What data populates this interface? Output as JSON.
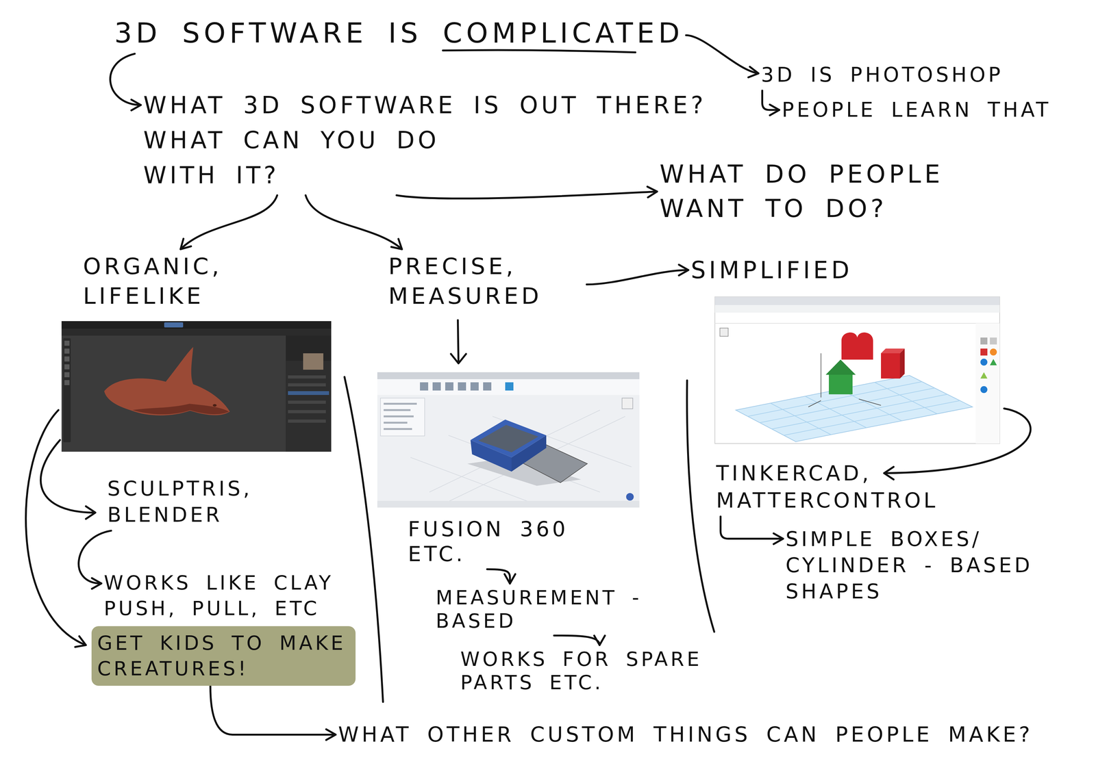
{
  "diagram": {
    "nodes": [
      {
        "text": [
          "3D SOFTWARE IS COMPLICATED"
        ]
      },
      {
        "text": [
          "3D IS PHOTOSHOP"
        ]
      },
      {
        "text": [
          "PEOPLE LEARN THAT"
        ]
      },
      {
        "text": [
          "WHAT 3D SOFTWARE IS OUT THERE?",
          "WHAT CAN YOU DO WITH IT?"
        ]
      },
      {
        "text": [
          "WHAT DO PEOPLE WANT TO DO?"
        ]
      },
      {
        "text": [
          "ORGANIC, LIFELIKE"
        ]
      },
      {
        "text": [
          "PRECISE, MEASURED"
        ]
      },
      {
        "text": [
          "SIMPLIFIED"
        ]
      },
      {
        "text": [
          "SCULPTRIS, BLENDER"
        ]
      },
      {
        "text": [
          "WORKS LIKE CLAY PUSH, PULL, ETC"
        ]
      },
      {
        "text": [
          "GET KIDS TO MAKE CREATURES!"
        ]
      },
      {
        "text": [
          "FUSION 360 ETC."
        ]
      },
      {
        "text": [
          "MEASUREMENT -BASED"
        ]
      },
      {
        "text": [
          "WORKS FOR SPARE PARTS ETC."
        ]
      },
      {
        "text": [
          "TINKERCAD, MATTERCONTROL"
        ]
      },
      {
        "text": [
          "SIMPLE BOXES/ CYLINDER - BASED SHAPES"
        ]
      },
      {
        "text": [
          "WHAT OTHER CUSTOM THINGS CAN PEOPLE MAKE?"
        ]
      }
    ],
    "edges": [
      {
        "from": 0,
        "to": 1,
        "arrow": "to"
      },
      {
        "from": 0,
        "to": 3,
        "arrow": "to"
      },
      {
        "from": 1,
        "to": 2,
        "arrow": "to"
      },
      {
        "from": 3,
        "to": 4,
        "arrow": "to"
      },
      {
        "from": 3,
        "to": 5,
        "arrow": "to"
      },
      {
        "from": 3,
        "to": 6,
        "arrow": "to"
      },
      {
        "from": 6,
        "to": 7,
        "arrow": "to"
      },
      {
        "from": 8,
        "to": 9,
        "arrow": "to"
      },
      {
        "from": 10,
        "to": 16,
        "arrow": "to"
      },
      {
        "from": 11,
        "to": 12,
        "arrow": "to"
      },
      {
        "from": 12,
        "to": 13,
        "arrow": "to"
      },
      {
        "from": 14,
        "to": 15,
        "arrow": "to"
      }
    ]
  }
}
